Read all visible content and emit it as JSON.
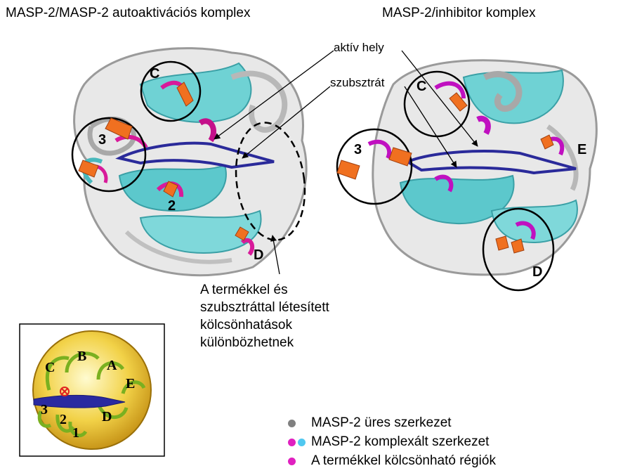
{
  "titles": {
    "left": "MASP-2/MASP-2 autoaktivációs komplex",
    "right": "MASP-2/inhibitor komplex"
  },
  "callouts": {
    "active_site": "aktív hely",
    "substrate": "szubsztrát"
  },
  "note_lines": [
    "A termékkel és",
    "szubsztráttal létesített",
    "kölcsönhatások",
    "különbözhetnek"
  ],
  "left_labels": {
    "c": "C",
    "three": "3",
    "two": "2",
    "d": "D"
  },
  "right_labels": {
    "c": "C",
    "three": "3",
    "e": "E",
    "d": "D"
  },
  "inset_labels": {
    "a": "A",
    "b": "B",
    "c": "C",
    "d": "D",
    "e": "E",
    "one": "1",
    "two": "2",
    "three": "3"
  },
  "legend": [
    {
      "text": "MASP-2 üres szerkezet",
      "colors": [
        "#808080"
      ]
    },
    {
      "text": "MASP-2 komplexált szerkezet",
      "colors": [
        "#e020c0",
        "#50c8f0"
      ]
    },
    {
      "text": "A termékkel kölcsönható régiók",
      "colors": [
        "#e020c0"
      ]
    }
  ],
  "colors": {
    "gray": "#b4b4b4",
    "cyan": "#5cc8cc",
    "magenta": "#d81a9a",
    "navy": "#2a2a9a",
    "orange": "#f07020"
  }
}
